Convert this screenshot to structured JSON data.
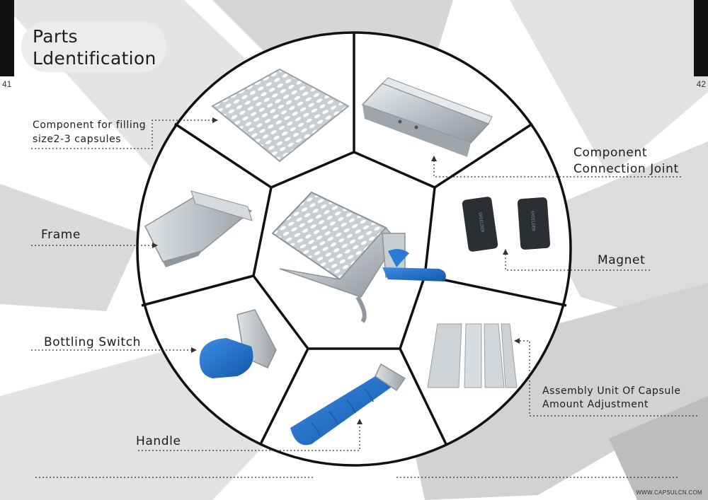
{
  "page": {
    "title_line1": "Parts",
    "title_line2": "Ldentification",
    "page_left": "41",
    "page_right": "42",
    "website": "WWW.CAPSULCN.COM"
  },
  "labels": {
    "component_filling_line1": "Component for filling",
    "component_filling_line2": "size2-3 capsules",
    "frame": "Frame",
    "bottling_switch": "Bottling Switch",
    "handle": "Handle",
    "connection_joint_line1": "Component",
    "connection_joint_line2": "Connection Joint",
    "magnet": "Magnet",
    "assembly_line1": "Assembly Unit Of Capsule",
    "assembly_line2": "Amount Adjustment"
  },
  "colors": {
    "accent_blue": "#1f6fc4",
    "steel": "#c4c9cd",
    "background_band": "#dcdcdc",
    "dark_tab": "#111111"
  }
}
